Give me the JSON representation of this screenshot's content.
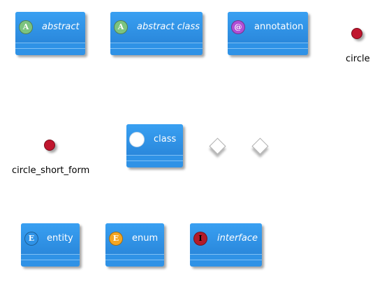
{
  "nodes": {
    "abstract": {
      "label": "abstract",
      "badge": "A",
      "badge_color": "#7cc47f"
    },
    "abstract_class": {
      "label": "abstract class",
      "badge": "A",
      "badge_color": "#7cc47f"
    },
    "annotation": {
      "label": "annotation",
      "badge": "@",
      "badge_color": "#b14fd6"
    },
    "class": {
      "label": "class",
      "badge": "",
      "badge_color": "#ffffff"
    },
    "entity": {
      "label": "entity",
      "badge": "E",
      "badge_color": "#2f92e6"
    },
    "enum": {
      "label": "enum",
      "badge": "E",
      "badge_color": "#f5a623"
    },
    "interface": {
      "label": "interface",
      "badge": "I",
      "badge_color": "#b31b2a"
    }
  },
  "circles": {
    "circle": {
      "label": "circle"
    },
    "circle_short_form": {
      "label": "circle_short_form"
    }
  },
  "colors": {
    "node_fill": "#2f92e6",
    "circle_fill": "#c0162e",
    "diamond_fill": "#ffffff"
  }
}
